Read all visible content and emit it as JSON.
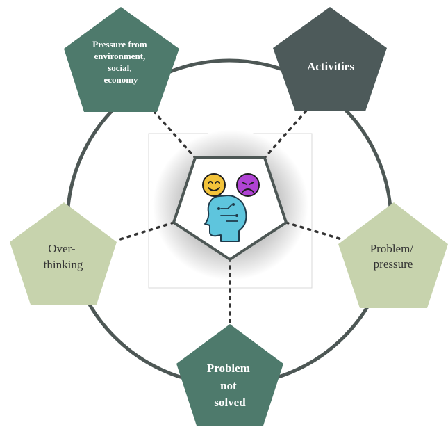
{
  "colors": {
    "dark_green": "#4e7a6c",
    "dark_slate": "#4d5a5a",
    "light_sage": "#c7d3ad",
    "ring": "#4d5755",
    "center_bg": "#ffffff",
    "face_happy": "#f3c33a",
    "face_sad": "#b043d4",
    "head": "#5ec5dd"
  },
  "nodes": [
    {
      "id": "pressure",
      "lines": [
        "Pressure from",
        "environment,",
        "social,",
        "economy"
      ],
      "color": "#4e7a6c",
      "text_color": "light"
    },
    {
      "id": "activities",
      "lines": [
        "Activities"
      ],
      "color": "#4d5a5a",
      "text_color": "light"
    },
    {
      "id": "problem-pressure",
      "lines": [
        "Problem/",
        "pressure"
      ],
      "color": "#c7d3ad",
      "text_color": "dark"
    },
    {
      "id": "problem-not-solved",
      "lines": [
        "Problem",
        "not",
        "solved"
      ],
      "color": "#4e7a6c",
      "text_color": "light"
    },
    {
      "id": "overthinking",
      "lines": [
        "Over-",
        "thinking"
      ],
      "color": "#c7d3ad",
      "text_color": "dark"
    }
  ],
  "center": {
    "icon": "mental-health-head-icon",
    "emotions": [
      "happy-face-icon",
      "sad-face-icon"
    ]
  }
}
